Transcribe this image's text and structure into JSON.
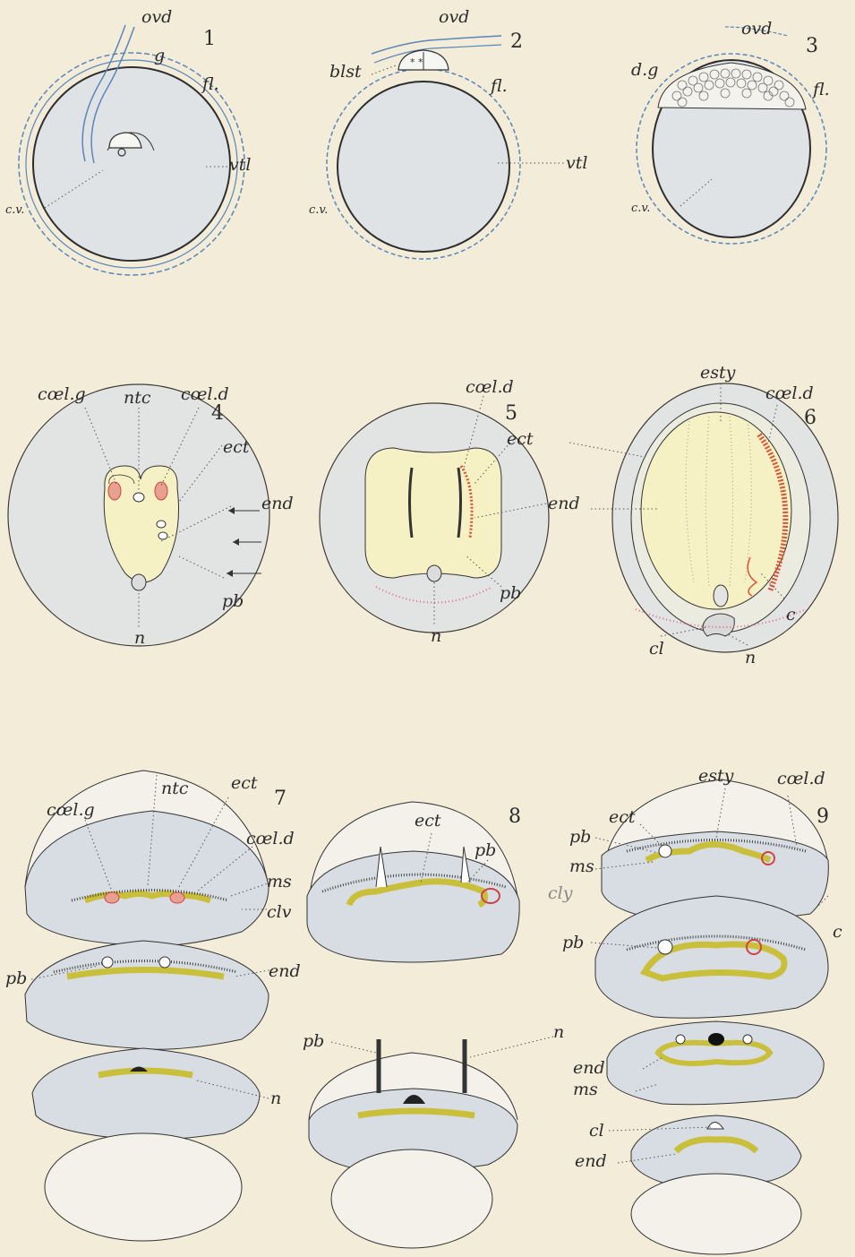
{
  "plate": {
    "figures": [
      {
        "number": "1",
        "labels": [
          "ovd",
          "g",
          "fl.",
          "vtl",
          "c.v."
        ]
      },
      {
        "number": "2",
        "labels": [
          "ovd",
          "blst",
          "fl.",
          "vtl",
          "c.v."
        ]
      },
      {
        "number": "3",
        "labels": [
          "ovd",
          "d.g",
          "fl.",
          "c.v."
        ]
      },
      {
        "number": "4",
        "labels": [
          "cœl.g",
          "ntc",
          "cœl.d",
          "ect",
          "end",
          "pb",
          "n"
        ]
      },
      {
        "number": "5",
        "labels": [
          "cœl.d",
          "ect",
          "end",
          "pb",
          "n"
        ]
      },
      {
        "number": "6",
        "labels": [
          "esty",
          "cœl.d",
          "c",
          "cl",
          "n"
        ]
      },
      {
        "number": "7",
        "labels": [
          "cœl.g",
          "ntc",
          "ect",
          "cœl.d",
          "ms",
          "clv",
          "pb",
          "end",
          "n"
        ]
      },
      {
        "number": "8",
        "labels": [
          "ect",
          "pb",
          "pb",
          "n"
        ]
      },
      {
        "number": "9",
        "labels": [
          "esty",
          "cœl.d",
          "ect",
          "pb",
          "ms",
          "cly",
          "c",
          "pb",
          "end",
          "ms",
          "cl",
          "end"
        ]
      }
    ]
  },
  "colors": {
    "paper": "#f3ecd9",
    "yolk": "#dfe3e6",
    "membrane": "#5a86b8",
    "coelom": "#d9553a",
    "endoderm": "#c9bf3a",
    "embryo": "#f6f1c4"
  }
}
